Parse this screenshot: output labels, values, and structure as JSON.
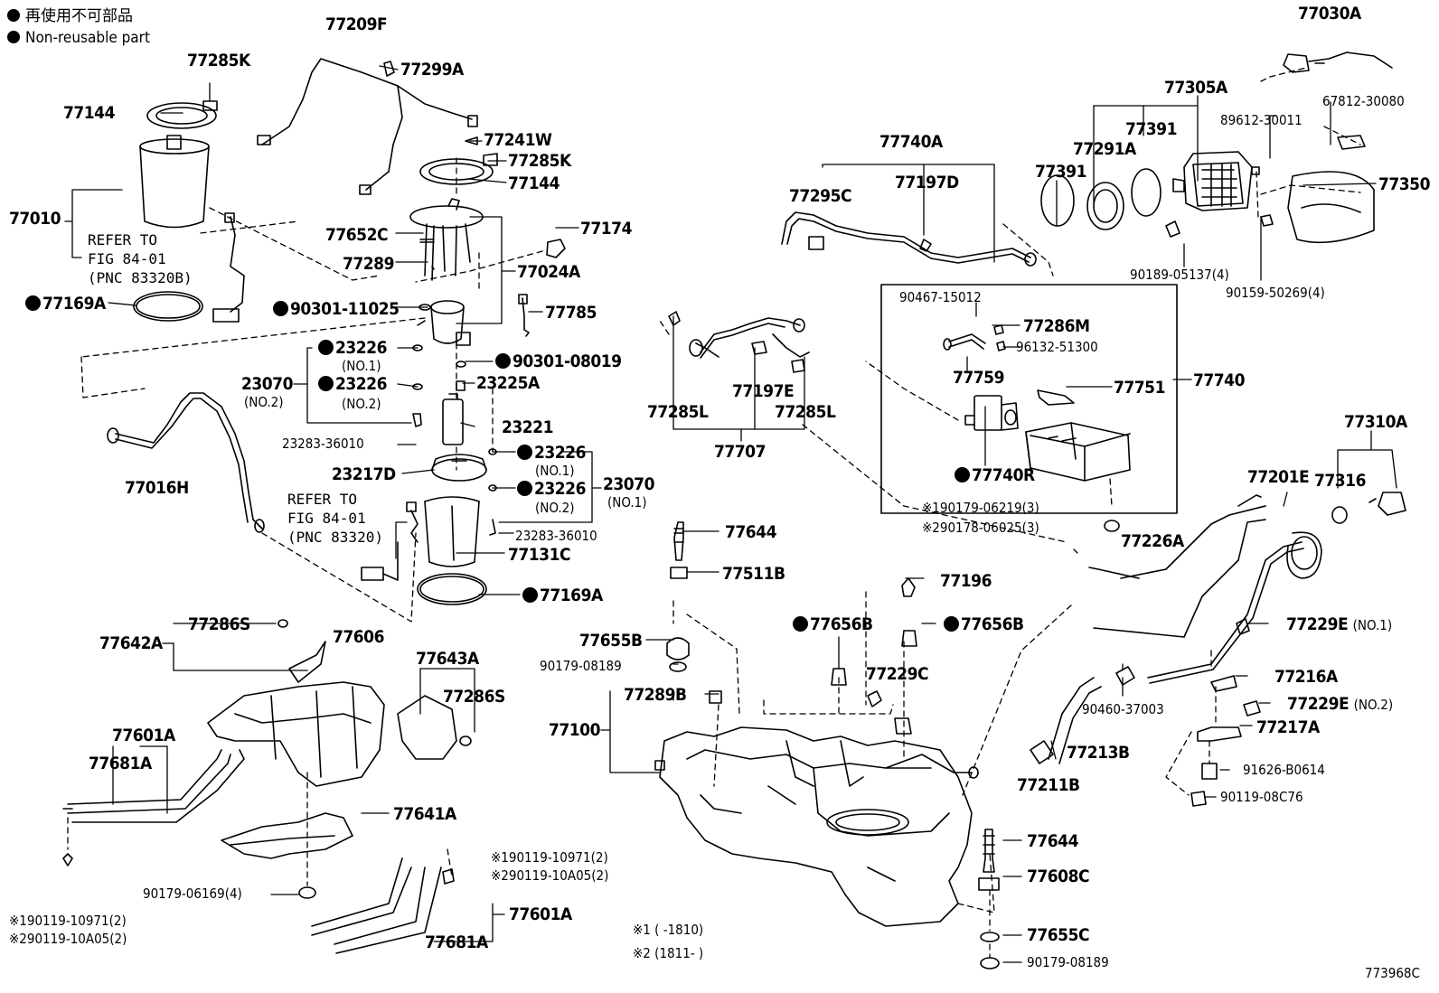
{
  "legend": {
    "jp": "再使用不可部品",
    "en": "Non-reusable part"
  },
  "diagram_id": "773968C",
  "labels": {
    "p77209F": "77209F",
    "p77299A": "77299A",
    "p77285K_top": "77285K",
    "p77144_top": "77144",
    "p77241W": "77241W",
    "p77285K_mid": "77285K",
    "p77144_mid": "77144",
    "p77010": "77010",
    "refer1_a": "REFER TO",
    "refer1_b": "FIG 84-01",
    "refer1_c": "(PNC 83320B)",
    "p77169A_left": "77169A",
    "p77652C": "77652C",
    "p77289": "77289",
    "p77174": "77174",
    "p77024A": "77024A",
    "p90301_11025": "90301-11025",
    "p77785": "77785",
    "p23226_a": "23226",
    "p23226_a_no": "(NO.1)",
    "p23070_left": "23070",
    "p23070_left_no": "(NO.2)",
    "p23226_b": "23226",
    "p23226_b_no": "(NO.2)",
    "p90301_08019": "90301-08019",
    "p23225A": "23225A",
    "p23221": "23221",
    "p23283_left": "23283-36010",
    "p23226_c": "23226",
    "p23226_c_no": "(NO.1)",
    "p23217D": "23217D",
    "p23070_right": "23070",
    "p23070_right_no": "(NO.1)",
    "p23226_d": "23226",
    "p23226_d_no": "(NO.2)",
    "refer2_a": "REFER TO",
    "refer2_b": "FIG 84-01",
    "refer2_c": "(PNC 83320)",
    "p23283_right": "23283-36010",
    "p77131C": "77131C",
    "p77169A_mid": "77169A",
    "p77016H": "77016H",
    "p77740A": "77740A",
    "p77295C": "77295C",
    "p77197D": "77197D",
    "p77030A": "77030A",
    "p77305A": "77305A",
    "p67812": "67812-30080",
    "p89612": "89612-30011",
    "p77391_a": "77391",
    "p77291A": "77291A",
    "p77391_b": "77391",
    "p77350": "77350",
    "p90189": "90189-05137(4)",
    "p90159": "90159-50269(4)",
    "p90467": "90467-15012",
    "p77286M": "77286M",
    "p96132": "96132-51300",
    "p77759": "77759",
    "p77751": "77751",
    "p77740": "77740",
    "p77740R": "77740R",
    "p77285L_a": "77285L",
    "p77197E": "77197E",
    "p77285L_b": "77285L",
    "p77707": "77707",
    "p90179_06219": "※190179-06219(3)",
    "p90178_06025": "※290178-06025(3)",
    "p77310A": "77310A",
    "p77201E": "77201E",
    "p77316": "77316",
    "p77226A": "77226A",
    "p77644_top": "77644",
    "p77511B": "77511B",
    "p77196": "77196",
    "p77656B_a": "77656B",
    "p77656B_b": "77656B",
    "p77229E_1": "77229E",
    "p77229E_1_no": "(NO.1)",
    "p77655B": "77655B",
    "p90179_08189_top": "90179-08189",
    "p77229C": "77229C",
    "p77216A": "77216A",
    "p77289B": "77289B",
    "p77100": "77100",
    "p90460": "90460-37003",
    "p77229E_2": "77229E",
    "p77229E_2_no": "(NO.2)",
    "p77217A": "77217A",
    "p77213B": "77213B",
    "p91626": "91626-B0614",
    "p77211B": "77211B",
    "p90119_08C76": "90119-08C76",
    "p77642A": "77642A",
    "p77286S_a": "77286S",
    "p77606": "77606",
    "p77643A": "77643A",
    "p77286S_b": "77286S",
    "p77601A_a": "77601A",
    "p77681A_a": "77681A",
    "p77641A": "77641A",
    "p90179_06169": "90179-06169(4)",
    "p90119_left_1": "※190119-10971(2)",
    "p90119_left_2": "※290119-10A05(2)",
    "p90119_mid_1": "※190119-10971(2)",
    "p90119_mid_2": "※290119-10A05(2)",
    "p77601A_b": "77601A",
    "p77681A_b": "77681A",
    "p77644_bot": "77644",
    "p77608C": "77608C",
    "p77655C": "77655C",
    "p90179_08189_bot": "90179-08189",
    "note1": "※1 (      -1810)",
    "note2": "※2 (1811-      )"
  }
}
